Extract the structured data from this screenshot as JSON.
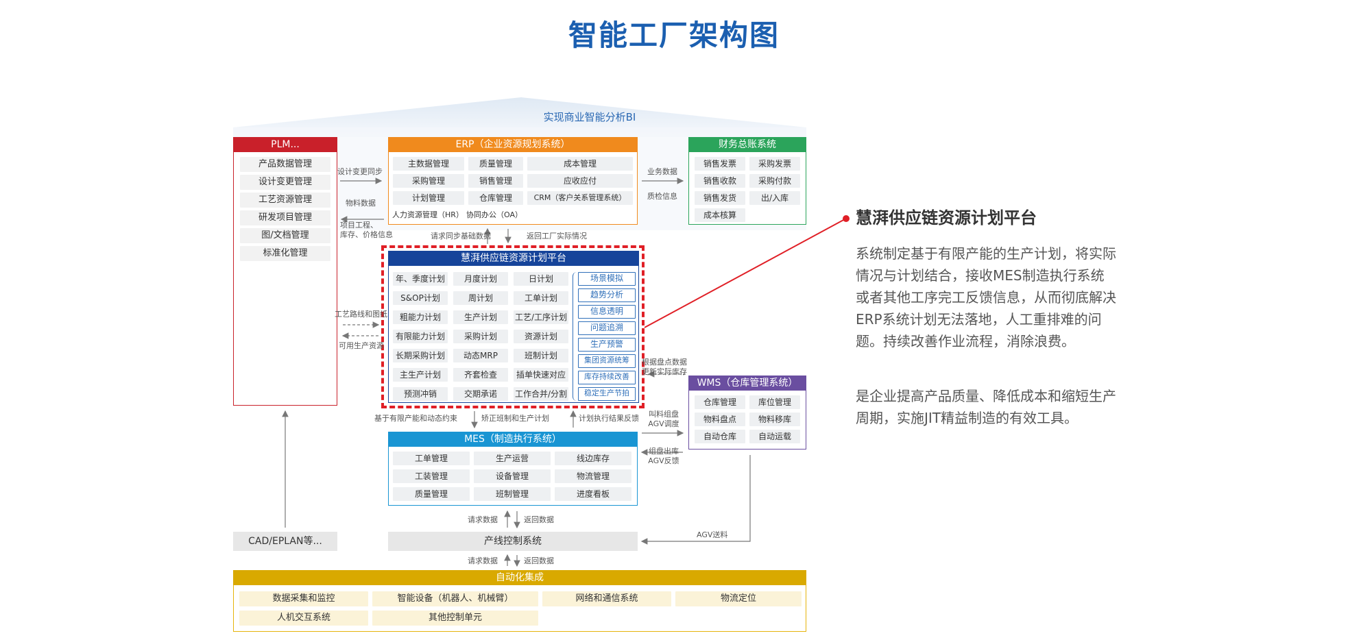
{
  "title": "智能工厂架构图",
  "bi_label": "实现商业智能分析BI",
  "plm": {
    "header": "PLM...",
    "items": [
      "产品数据管理",
      "设计变更管理",
      "工艺资源管理",
      "研发项目管理",
      "图/文档管理",
      "标准化管理"
    ]
  },
  "erp": {
    "header": "ERP（企业资源规划系统）",
    "items": [
      "主数据管理",
      "质量管理",
      "成本管理",
      "采购管理",
      "销售管理",
      "应收应付",
      "计划管理",
      "仓库管理",
      "CRM（客户关系管理系统）",
      "人力资源管理（HR）",
      "协同办公（OA）"
    ]
  },
  "finance": {
    "header": "财务总账系统",
    "items": [
      "销售发票",
      "采购发票",
      "销售收款",
      "采购付款",
      "销售发货",
      "出/入库",
      "成本核算"
    ]
  },
  "platform": {
    "header": "慧湃供应链资源计划平台",
    "grid": [
      "年、季度计划",
      "月度计划",
      "日计划",
      "S&OP计划",
      "周计划",
      "工单计划",
      "粗能力计划",
      "生产计划",
      "工艺/工序计划",
      "有限能力计划",
      "采购计划",
      "资源计划",
      "长期采购计划",
      "动态MRP",
      "班制计划",
      "主生产计划",
      "齐套检查",
      "插单快速对应",
      "预测冲销",
      "交期承诺",
      "工作合并/分割"
    ],
    "features": [
      "场景模拟",
      "趋势分析",
      "信息透明",
      "问题追溯",
      "生产预警",
      "集团资源统筹",
      "库存持续改善",
      "稳定生产节拍"
    ]
  },
  "wms": {
    "header": "WMS（仓库管理系统）",
    "items": [
      "仓库管理",
      "库位管理",
      "物料盘点",
      "物料移库",
      "自动仓库",
      "自动运载"
    ]
  },
  "mes": {
    "header": "MES（制造执行系统）",
    "items": [
      "工单管理",
      "生产运营",
      "线边库存",
      "工装管理",
      "设备管理",
      "物流管理",
      "质量管理",
      "班制管理",
      "进度看板"
    ]
  },
  "cad": "CAD/EPLAN等...",
  "line_control": "产线控制系统",
  "automation": {
    "header": "自动化集成",
    "items": [
      "数据采集和监控",
      "智能设备（机器人、机械臂）",
      "网络和通信系统",
      "物流定位",
      "人机交互系统",
      "其他控制单元"
    ]
  },
  "flows": {
    "design_change": "设计变更同步",
    "material_data": "物料数据",
    "project_info_1": "项目工程、",
    "project_info_2": "库存、价格信息",
    "business_data": "业务数据",
    "quality_info": "质检信息",
    "req_sync": "请求同步基础数据",
    "return_actual": "返回工厂实际情况",
    "routing": "工艺路线和图纸",
    "capacity_res": "可用生产资源",
    "inventory_1": "根据盘点数据",
    "inventory_2": "更新实际库存",
    "constraint": "基于有限产能和动态约束",
    "correct_shift": "矫正班制和生产计划",
    "feedback": "计划执行结果反馈",
    "call_1": "叫料组盘",
    "call_2": "AGV调度",
    "out_1": "组盘出库",
    "out_2": "AGV反馈",
    "req_data_1": "请求数据",
    "ret_data_1": "返回数据",
    "agv": "AGV送料",
    "req_data_2": "请求数据",
    "ret_data_2": "返回数据"
  },
  "right": {
    "title": "慧湃供应链资源计划平台",
    "para1": "系统制定基于有限产能的生产计划，将实际情况与计划结合，接收MES制造执行系统或者其他工序完工反馈信息，从而彻底解决ERP系统计划无法落地，人工重排难的问题。持续改善作业流程，消除浪费。",
    "para2": "是企业提高产品质量、降低成本和缩短生产周期，实施JIT精益制造的有效工具。"
  },
  "colors": {
    "title": "#1b5fb0",
    "plm": "#c9202a",
    "erp": "#f08a1d",
    "finance": "#2ba45b",
    "platform": "#16449a",
    "highlight": "#e01f26",
    "wms": "#6a4ea0",
    "mes": "#1995d3",
    "automation": "#d9a900"
  }
}
